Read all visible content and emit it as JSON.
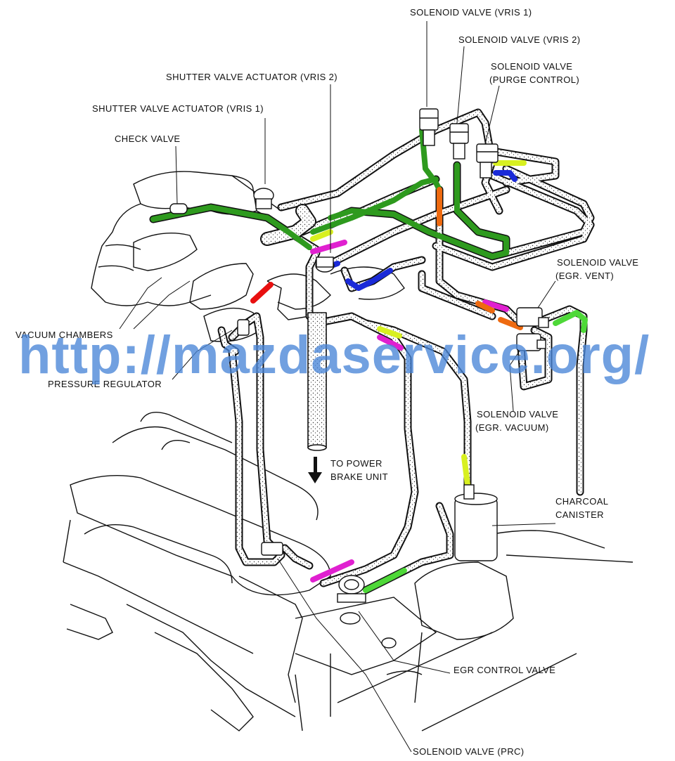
{
  "labels": {
    "sol_vris1": "SOLENOID VALVE (VRIS 1)",
    "sol_vris2": "SOLENOID VALVE (VRIS 2)",
    "sol_purge_1": "SOLENOID VALVE",
    "sol_purge_2": "(PURGE CONTROL)",
    "shutter_vris2": "SHUTTER VALVE ACTUATOR (VRIS 2)",
    "shutter_vris1": "SHUTTER VALVE ACTUATOR (VRIS 1)",
    "check_valve": "CHECK VALVE",
    "sol_egr_vent_1": "SOLENOID VALVE",
    "sol_egr_vent_2": "(EGR. VENT)",
    "vacuum_chambers": "VACUUM CHAMBERS",
    "pressure_regulator": "PRESSURE REGULATOR",
    "sol_egr_vac_1": "SOLENOID VALVE",
    "sol_egr_vac_2": "(EGR. VACUUM)",
    "to_power_1": "TO POWER",
    "to_power_2": "BRAKE UNIT",
    "charcoal_1": "CHARCOAL",
    "charcoal_2": "CANISTER",
    "egr_control": "EGR CONTROL VALVE",
    "sol_prc": "SOLENOID VALVE (PRC)"
  },
  "watermark": {
    "text": "http://mazdaservice.org/",
    "color": "#4a86d8"
  },
  "colors": {
    "green": "#2e9a1e",
    "yellow": "#d8f020",
    "magenta": "#e020d0",
    "blue": "#1a2ad8",
    "orange": "#ee6a10",
    "red": "#e81010",
    "lightgreen": "#4ed838"
  }
}
